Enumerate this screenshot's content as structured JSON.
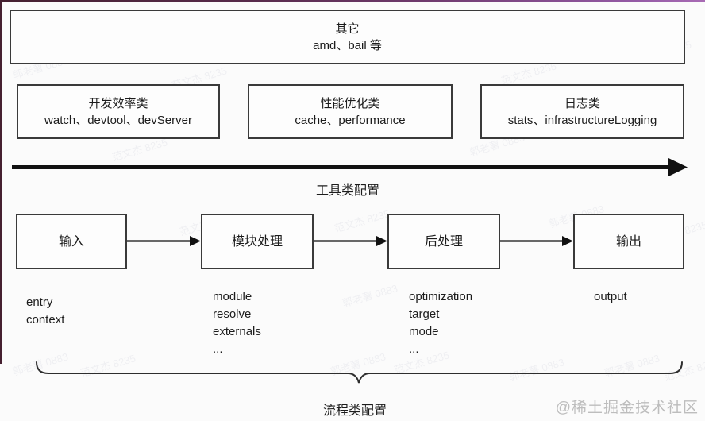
{
  "meta": {
    "background": "#fbfbfb",
    "box_border_color": "#3a3a3a",
    "arrow_color": "#111111",
    "topbar_gradient": [
      "#452030",
      "#6f3a6d",
      "#945aa5"
    ],
    "site_watermark_color": "#bdbdbd"
  },
  "other_box": {
    "title": "其它",
    "subtitle": "amd、bail 等"
  },
  "category_boxes": [
    {
      "title": "开发效率类",
      "subtitle": "watch、devtool、devServer"
    },
    {
      "title": "性能优化类",
      "subtitle": "cache、performance"
    },
    {
      "title": "日志类",
      "subtitle": "stats、infrastructureLogging"
    }
  ],
  "tool_axis": {
    "label": "工具类配置"
  },
  "flow": {
    "steps": [
      {
        "label": "输入",
        "configs": [
          "entry",
          "context"
        ]
      },
      {
        "label": "模块处理",
        "configs": [
          "module",
          "resolve",
          "externals",
          "..."
        ]
      },
      {
        "label": "后处理",
        "configs": [
          "optimization",
          "target",
          "mode",
          "..."
        ]
      },
      {
        "label": "输出",
        "configs": [
          "output"
        ]
      }
    ]
  },
  "flow_axis": {
    "label": "流程类配置"
  },
  "footer": {
    "site_watermark": "@稀土掘金技术社区"
  },
  "faint_watermarks": {
    "a": "范文杰 8235",
    "b": "郭老薯 0883"
  }
}
